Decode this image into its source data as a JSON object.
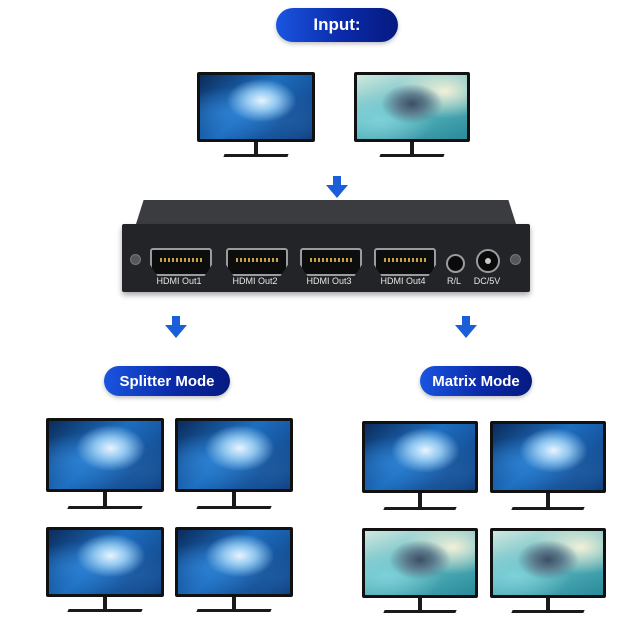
{
  "title_pill": "Input:",
  "device": {
    "ports": [
      "HDMI Out1",
      "HDMI Out2",
      "HDMI Out3",
      "HDMI Out4"
    ],
    "audio_label": "R/L",
    "power_label": "DC/5V"
  },
  "modes": {
    "splitter": "Splitter Mode",
    "matrix": "Matrix Mode"
  },
  "colors": {
    "accent": "#1a5fd8",
    "pill_dark": "#061a80",
    "device_body": "#232427"
  },
  "images": {
    "input": [
      "mecha",
      "ship"
    ],
    "splitter": [
      "mecha",
      "mecha",
      "mecha",
      "mecha"
    ],
    "matrix": [
      "mecha",
      "mecha",
      "ship",
      "ship"
    ]
  }
}
